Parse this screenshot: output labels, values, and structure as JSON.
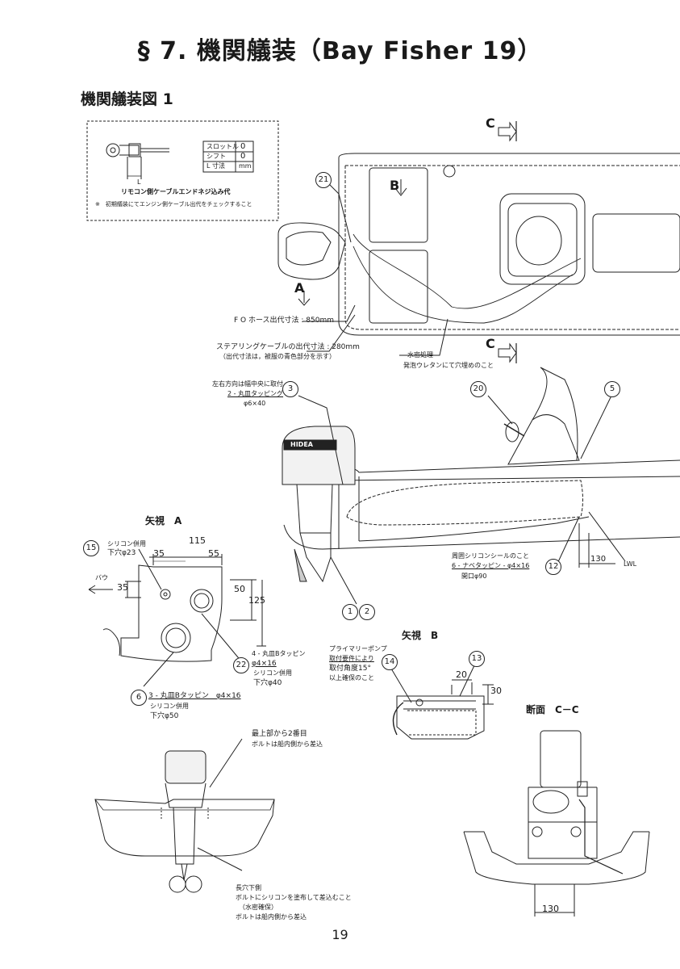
{
  "header": {
    "title": "§ 7. 機関艤装（Bay Fisher 19）",
    "subtitle": "機関艤装図 1"
  },
  "remote_box": {
    "throttle_label": "スロットル",
    "throttle_value": "0",
    "shift_label": "シフト",
    "shift_value": "0",
    "l_label": "L 寸法",
    "l_unit": "mm",
    "l_mark": "L",
    "caption": "リモコン側ケーブルエンドネジ込み代",
    "note": "※　初期艤装にてエンジン側ケーブル出代をチェックすること"
  },
  "plan_view": {
    "mark_b": "B",
    "mark_a": "A",
    "mark_c": "C",
    "balloon_21": "21",
    "fo_hose": "F O ホース出代寸法 : 850mm",
    "steering_cable": "ステアリングケーブルの出代寸法 : 280mm",
    "steering_note": "（出代寸法は，被服の青色部分を示す）",
    "waterproof": "水密処理",
    "waterproof_note": "発泡ウレタンにて穴埋めのこと"
  },
  "side_view": {
    "left_right": "左右方向は幅中央に取付",
    "tapping_top": "2 - 丸皿タッピング",
    "tapping_top_size": "φ6×40",
    "balloon_3": "3",
    "balloon_20": "20",
    "balloon_5": "5",
    "balloon_12": "12",
    "balloon_1": "1",
    "balloon_2": "2",
    "silicone_seal": "周囲シリコンシールのこと",
    "tapping_right": "6 - ナベタッピン - φ4×16",
    "hole": "開口φ90",
    "dim_130": "130",
    "lwl": "LWL",
    "engine_brand": "HIDEA"
  },
  "view_a": {
    "title": "矢視",
    "letter": "A",
    "silicone_label": "シリコン併用",
    "lower_hole": "下穴φ23",
    "balloon_15": "15",
    "dim_115": "115",
    "dim_35a": "35",
    "dim_55": "55",
    "dim_35b": "35",
    "dim_50": "50",
    "dim_125": "125",
    "bow": "バウ",
    "balloon_22": "22",
    "tapping_22": "4 - 丸皿Bタッピン",
    "tapping_22_size": "φ4×16",
    "silicone_22": "シリコン併用",
    "hole_22": "下穴φ40",
    "balloon_6": "6",
    "tapping_6": "3 - 丸皿Bタッピン　φ4×16",
    "silicone_6": "シリコン併用",
    "hole_6": "下穴φ50"
  },
  "view_b": {
    "title": "矢視",
    "letter": "B",
    "pump": "プライマリーポンプ",
    "pump_req": "取付要件により",
    "angle": "取付角度15°",
    "angle_note": "以上確保のこと",
    "balloon_14": "14",
    "balloon_13": "13",
    "dim_20": "20",
    "dim_30": "30"
  },
  "stern_view": {
    "top_note": "最上部から2番目",
    "top_note2": "ボルトは船内側から差込",
    "long_hole": "長穴下側",
    "bolt_note": "ボルトにシリコンを塗布して差込むこと",
    "water_note": "（水密確保）",
    "bolt_note2": "ボルトは船内側から差込"
  },
  "section_cc": {
    "title": "断面　C－C",
    "dim_130": "130"
  },
  "footer": {
    "page_number": "19"
  }
}
